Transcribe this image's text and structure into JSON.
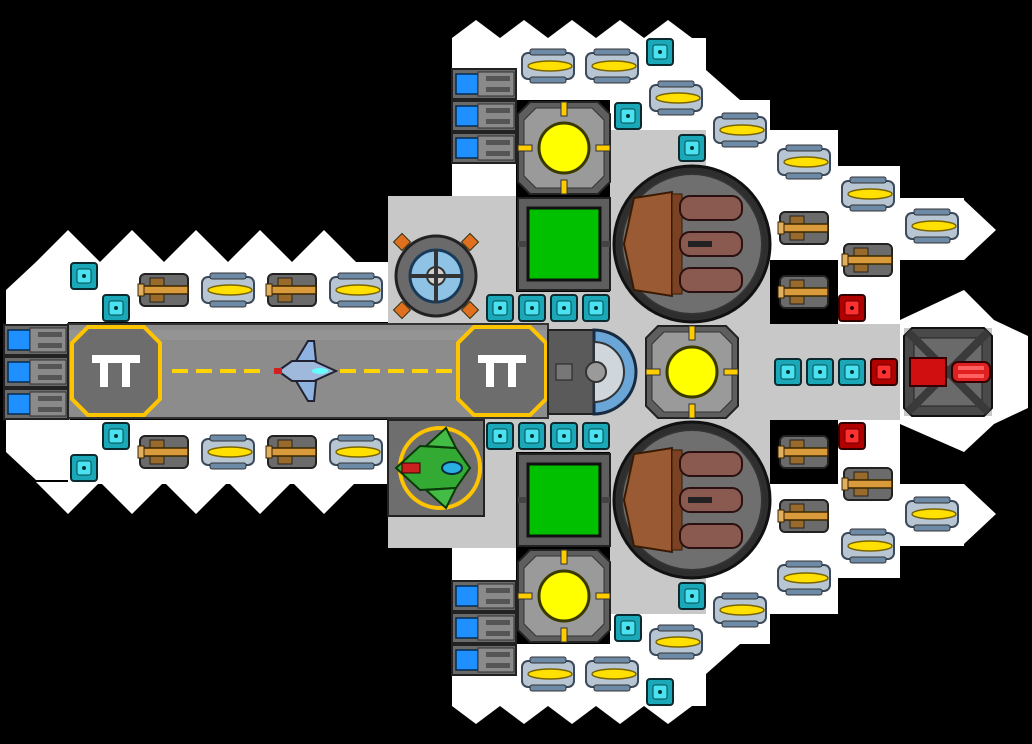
{
  "game": {
    "title": "",
    "view": "ship-builder-top-down"
  },
  "colors": {
    "background": "#000000",
    "hull": "#ffffff",
    "floor": "#c8c8c8",
    "runway": "#8c8c8c",
    "runway_dash": "#ffd400",
    "landing_pad_ring": "#ffc400",
    "reactor_glow": "#ffff00",
    "cargo_green": "#00c000",
    "conduit_cyan": "#20c8d8",
    "laser_yellow": "#ffe000",
    "weapon_bronze": "#c88a2c",
    "missile_red": "#d01010",
    "thruster_blue": "#2aa0ff",
    "docked_fighter_green": "#33aa33",
    "docked_fighter_blue": "#8fb3e0"
  },
  "icons": {
    "landing_pad": "tower-glyph",
    "reactor": "glowing-core",
    "cargo": "green-crate",
    "conduit": "power-node",
    "laser": "yellow-beam-turret",
    "cannon": "bronze-twin-cannon",
    "missile": "red-missile-turret",
    "thruster": "blue-ion-thruster",
    "shield": "blue-shield-generator",
    "gyro": "orange-gyro",
    "bridge": "half-dome-cockpit",
    "magazine": "brown-ammo-rack"
  }
}
